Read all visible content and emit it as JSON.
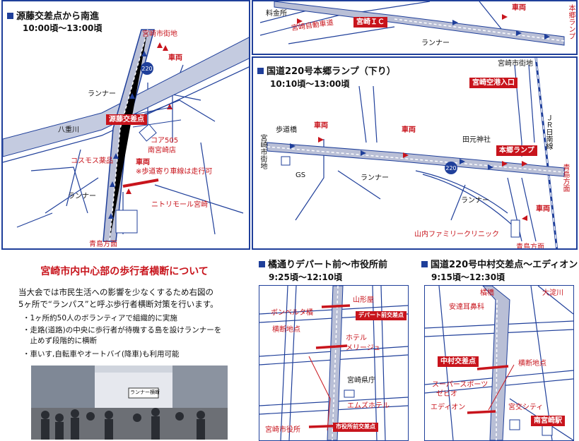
{
  "colors": {
    "accent": "#1f3f9a",
    "alert": "#c8141c",
    "road": "#b9bfd6"
  },
  "panel1": {
    "title": "源藤交差点から南進",
    "time": "10:00頃～13:00頃",
    "labels": {
      "city": "宮崎市街地",
      "car1": "車両",
      "route": "220",
      "runner1": "ランナー",
      "crossing": "源藤交差点",
      "river": "八重川",
      "cosmos": "コスモス薬品",
      "core": "コア505",
      "core2": "南宮崎店",
      "car2": "車両",
      "note": "※歩道寄り車線は走行可",
      "runner2": "ランナー",
      "nitori": "ニトリモール宮崎",
      "aoshima": "青島方面"
    }
  },
  "panel2": {
    "labels": {
      "toll": "料金所",
      "expressway": "宮崎自動車道",
      "ic": "宮崎ＩＣ",
      "car": "車両",
      "runner": "ランナー",
      "hongo": "本郷ランプ"
    }
  },
  "panel3": {
    "title": "国道220号本郷ランプ（下り）",
    "time": "10:10頃～13:00頃",
    "labels": {
      "city_top": "宮崎市街地",
      "airport": "宮崎空港入口",
      "jr": "ＪＲ日南線",
      "bridge": "歩道橋",
      "city_left": "宮崎市街地",
      "car1": "車両",
      "car2": "車両",
      "shrine": "田元神社",
      "ramp": "本郷ランプ",
      "route": "220",
      "gs": "GS",
      "runner1": "ランナー",
      "aoshima": "青島方面",
      "runner2": "ランナー",
      "car3": "車両",
      "clinic": "山内ファミリークリニック",
      "aoshima2": "青島方面"
    }
  },
  "info": {
    "title": "宮崎市内中心部の歩行者横断について",
    "lines": [
      "当大会では市民生活への影響を少なくするため右図の",
      "5ヶ所で“ランパス”と呼ぶ歩行者横断対策を行います。"
    ],
    "bullets": [
      "・1ヶ所約50人のボランティアで組織的に実施",
      "・走路(道路)の中央に歩行者が待機する島を設けランナーを",
      "　止めず段階的に横断",
      "・車いす,自転車やオートバイ(降車)も利用可能"
    ],
    "photo_sign": "ランナー横断"
  },
  "panel4": {
    "title": "橘通りデパート前～市役所前",
    "time": "9:25頃～12:10頃",
    "labels": {
      "yamagataya": "山形屋",
      "bonberta": "ボンベルタ橘",
      "dept": "デパート前交差点",
      "crossing": "横断地点",
      "hotel": "ホテル",
      "hotel2": "メリージュ",
      "pref": "宮崎県庁",
      "mz": "エムズホテル",
      "cityhall": "宮崎市役所",
      "cityhall_x": "市役所前交差点"
    }
  },
  "panel5": {
    "title": "国道220号中村交差点～エディオン",
    "time": "9:15頃～12:30頃",
    "labels": {
      "tachibana": "橘橋",
      "river": "大淀川",
      "ear": "安達耳鼻科",
      "nakamura": "中村交差点",
      "crossing": "横断地点",
      "sports": "スーパースポーツ",
      "sports2": "ゼビオ",
      "edion": "エディオン",
      "miyako": "宮交シティ",
      "station": "南宮崎駅"
    }
  }
}
